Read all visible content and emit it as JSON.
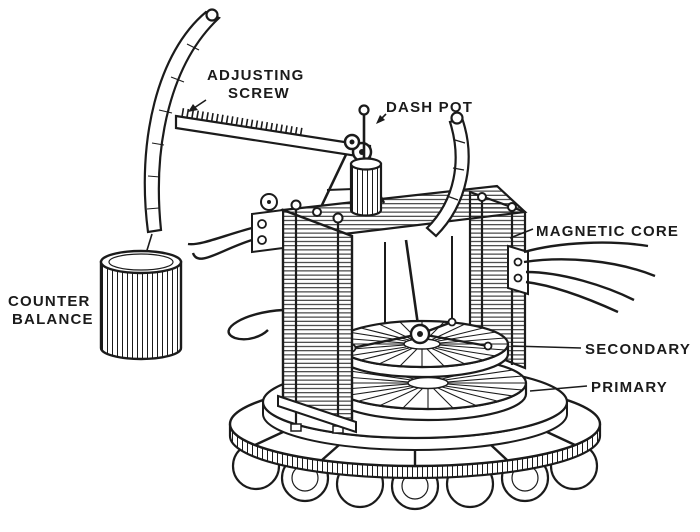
{
  "figure": {
    "background": "#ffffff",
    "ink": "#1b1b1b",
    "labels": {
      "adjusting_screw": {
        "line1": "ADJUSTING",
        "line2": "SCREW"
      },
      "dash_pot": "DASH POT",
      "magnetic_core": "MAGNETIC CORE",
      "counter_balance": {
        "line1": "COUNTER",
        "line2": "BALANCE"
      },
      "secondary": "SECONDARY",
      "primary": "PRIMARY"
    }
  }
}
